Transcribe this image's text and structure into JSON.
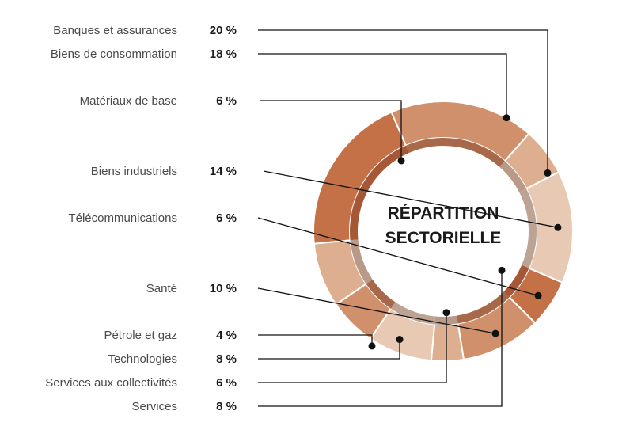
{
  "chart_data": {
    "type": "pie",
    "title": [
      "RÉPARTITION",
      "SECTORIELLE"
    ],
    "categories": [
      "Banques et assurances",
      "Biens de consommation",
      "Matériaux de base",
      "Biens industriels",
      "Télécommunications",
      "Santé",
      "Pétrole et gaz",
      "Technologies",
      "Services aux collectivités",
      "Services"
    ],
    "values": [
      20,
      18,
      6,
      14,
      6,
      10,
      4,
      8,
      6,
      8
    ],
    "value_labels": [
      "20 %",
      "18 %",
      "6 %",
      "14 %",
      "6 %",
      "10 %",
      "4 %",
      "8 %",
      "6 %",
      "8 %"
    ]
  },
  "colors": {
    "rust": "#c47148",
    "terracotta": "#d0906c",
    "peach": "#deae90",
    "light_peach": "#e8c9b4"
  }
}
